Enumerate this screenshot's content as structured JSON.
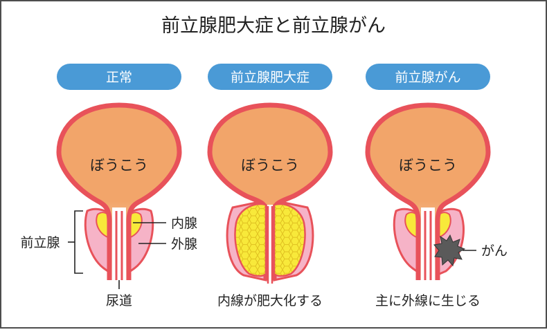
{
  "title": "前立腺肥大症と前立腺がん",
  "colors": {
    "border": "#4d4d4d",
    "pill": "#4a9ad6",
    "pill_text": "#ffffff",
    "bladder_wall": "#e8525a",
    "bladder_fill": "#f2a56a",
    "bladder_fade": "#fbe7c9",
    "prostate_outer": "#f6b3c7",
    "prostate_inner": "#f8e93a",
    "cancer": "#5a5a5a",
    "text": "#222222"
  },
  "panels": [
    {
      "label": "正常",
      "bladder_label": "ぼうこう",
      "callouts": {
        "bracket": "前立腺",
        "inner": "内腺",
        "outer": "外腺",
        "urethra": "尿道"
      }
    },
    {
      "label": "前立腺肥大症",
      "bladder_label": "ぼうこう",
      "caption": "内線が肥大化する"
    },
    {
      "label": "前立腺がん",
      "bladder_label": "ぼうこう",
      "caption": "主に外線に生じる",
      "callouts": {
        "cancer": "がん"
      }
    }
  ]
}
